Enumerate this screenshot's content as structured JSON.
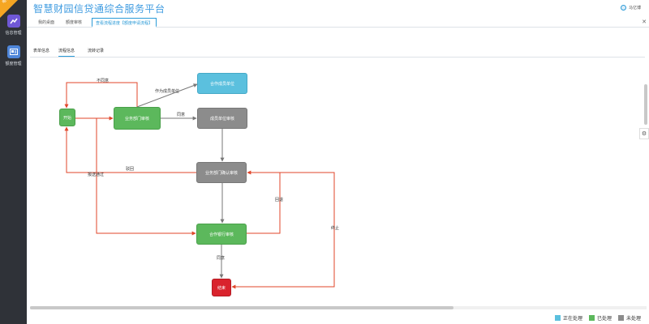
{
  "app": {
    "title": "智慧财园信贷通综合服务平台",
    "user": "马亿博"
  },
  "sidebar": {
    "ribbon": "电子",
    "items": [
      {
        "label": "信息管理",
        "icon": "chart-icon",
        "color": "#6f58d6"
      },
      {
        "label": "额度管理",
        "icon": "card-icon",
        "color": "#4f86d9"
      }
    ]
  },
  "tabs": [
    {
      "label": "我的桌面"
    },
    {
      "label": "额度审核"
    },
    {
      "label": "查看流程进度【额度申请流程】"
    }
  ],
  "subtabs": [
    {
      "label": "表单信息"
    },
    {
      "label": "流程信息"
    },
    {
      "label": "流转记录"
    }
  ],
  "flow": {
    "nodes": {
      "start": "开始",
      "dept": "业务部门审核",
      "coop": "合作成员单位",
      "member": "成员单位审核",
      "confirm": "业务部门确认审核",
      "bank": "合作银行审核",
      "end": "结束"
    },
    "edges": {
      "disagree": "不同意",
      "as_member": "作为成员单位",
      "agree1": "同意",
      "reject": "驳回",
      "report_ok": "报送通过",
      "rollback": "回退",
      "agree2": "同意",
      "stop": "终止"
    }
  },
  "legend": [
    {
      "label": "正在处理",
      "color": "#5bc0de"
    },
    {
      "label": "已处理",
      "color": "#5cb85c"
    },
    {
      "label": "未处理",
      "color": "#8c8c8c"
    }
  ]
}
